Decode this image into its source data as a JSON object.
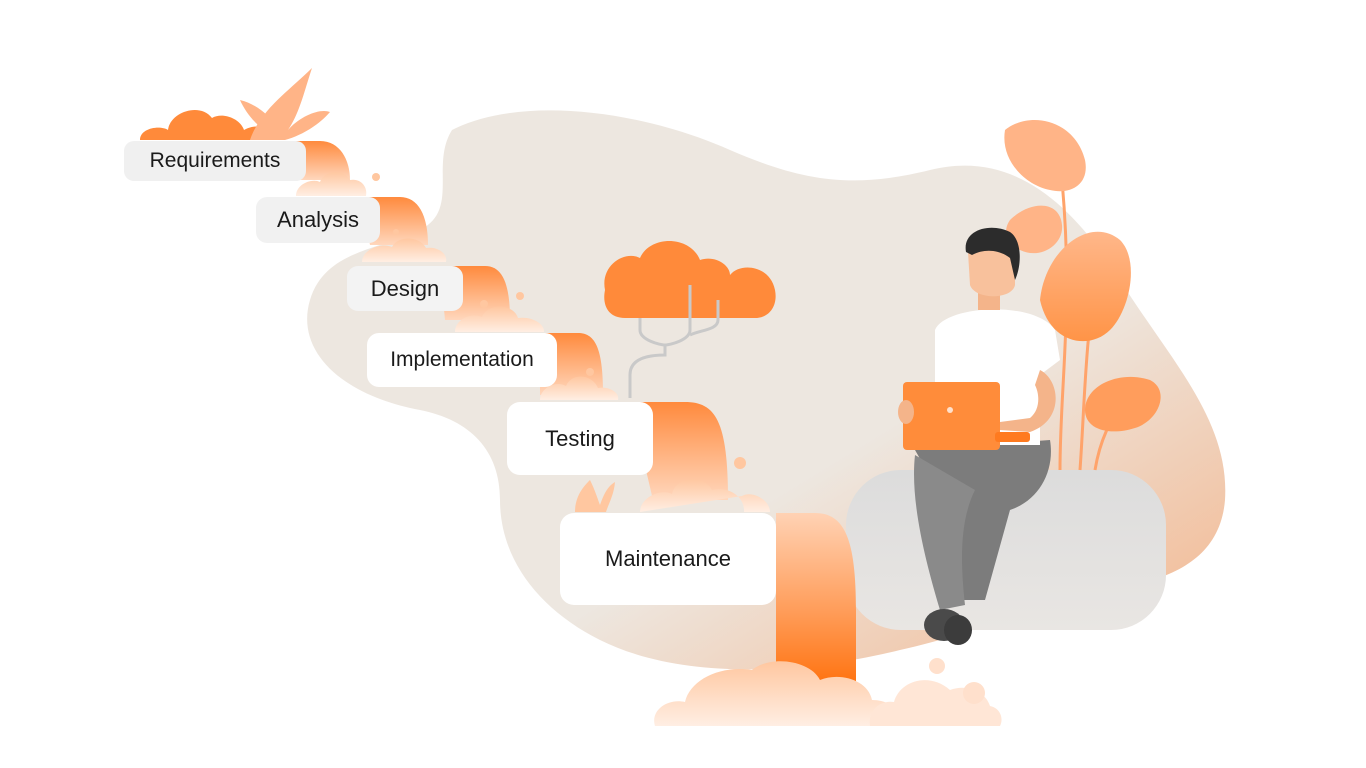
{
  "diagram": {
    "stages": [
      {
        "label": "Requirements"
      },
      {
        "label": "Analysis"
      },
      {
        "label": "Design"
      },
      {
        "label": "Implementation"
      },
      {
        "label": "Testing"
      },
      {
        "label": "Maintenance"
      }
    ]
  },
  "colors": {
    "accent": "#ff8c3a",
    "accent_deep": "#ff6a00",
    "accent_light": "#ffd8c0",
    "blob": "#ede7e0",
    "skin": "#f4b48a",
    "hair": "#2c2c2c",
    "pants": "#7c7c7c",
    "shirt": "#ffffff"
  },
  "illustration": {
    "figure": "person-with-laptop",
    "decor": [
      "cloud",
      "leaves",
      "waterfall-steps",
      "bushes"
    ]
  }
}
